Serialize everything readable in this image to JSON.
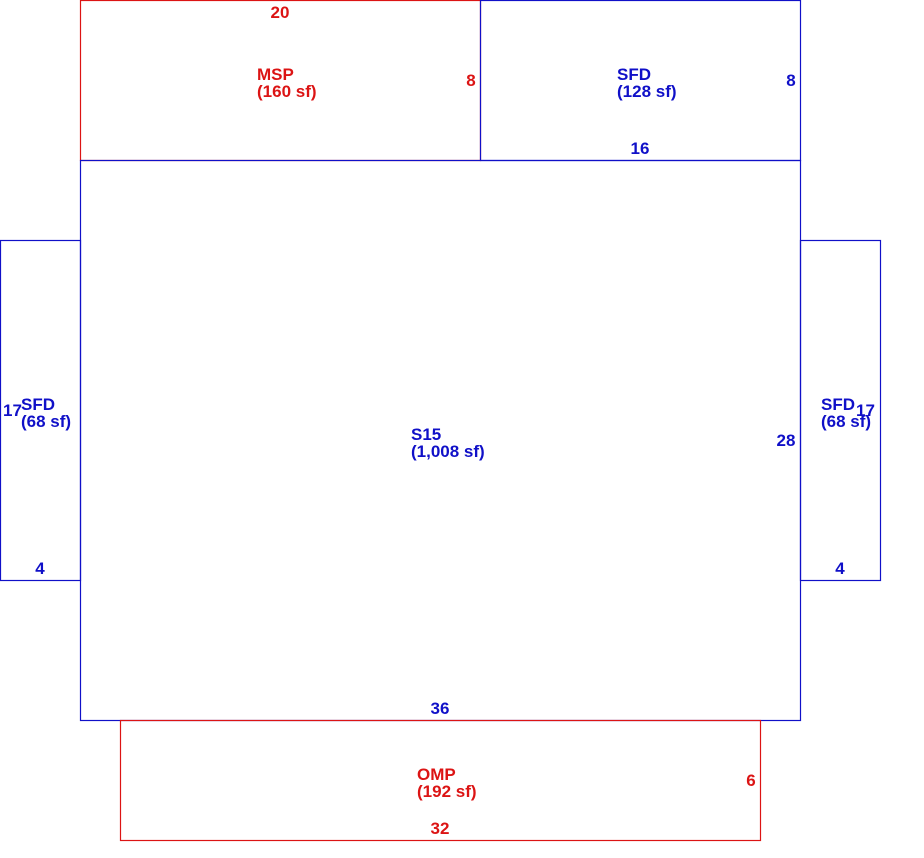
{
  "colors": {
    "blue": "#1010c8",
    "red": "#dc1414"
  },
  "areas": [
    {
      "code": "MSP",
      "area": "(160 sf)",
      "color": "red",
      "dims": [
        "20",
        "8"
      ]
    },
    {
      "code": "SFD",
      "area": "(128 sf)",
      "color": "blue",
      "dims": [
        "8",
        "16"
      ]
    },
    {
      "code": "S15",
      "area": "(1,008 sf)",
      "color": "blue",
      "dims": [
        "28",
        "36"
      ]
    },
    {
      "code": "SFD",
      "area": "(68 sf)",
      "color": "blue",
      "dims": [
        "17",
        "4"
      ]
    },
    {
      "code": "SFD",
      "area": "(68 sf)",
      "color": "blue",
      "dims": [
        "17",
        "4"
      ]
    },
    {
      "code": "OMP",
      "area": "(192 sf)",
      "color": "red",
      "dims": [
        "6",
        "32"
      ]
    }
  ]
}
